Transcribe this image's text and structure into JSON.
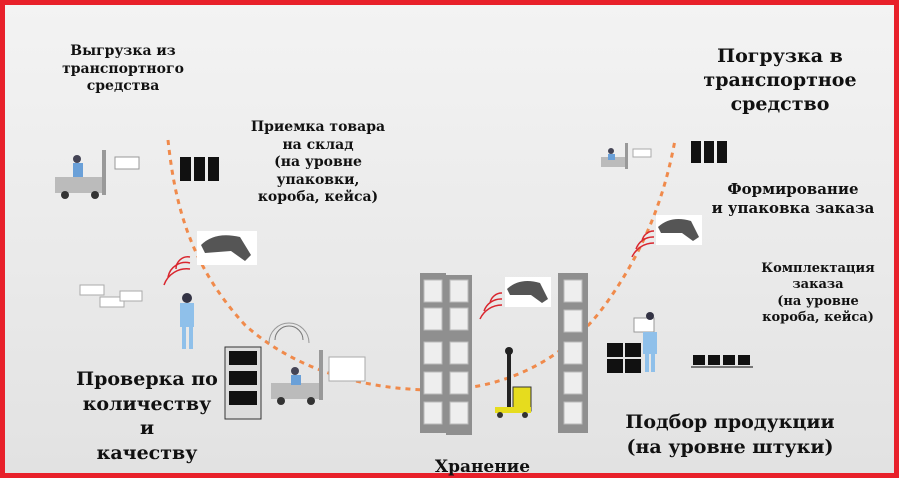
{
  "labels": {
    "unloading": [
      "Выгрузка из",
      "транспортного",
      "средства"
    ],
    "receiving": [
      "Приемка товара",
      "на склад",
      "(на уровне",
      "упаковки,",
      "короба, кейса)"
    ],
    "loading": [
      "Погрузка в",
      "транспортное",
      "средство"
    ],
    "packing": [
      "Формирование",
      "и упаковка заказа"
    ],
    "picking_case": [
      "Комплектация",
      "заказа",
      "(на уровне",
      "короба, кейса)"
    ],
    "inspection": [
      "Проверка по",
      "количеству",
      "и",
      "качеству"
    ],
    "storage": "Хранение",
    "picking_item": [
      "Подбор продукции",
      "(на уровне штуки)"
    ]
  },
  "colors": {
    "border": "#e8202a",
    "path": "#f08a4b",
    "rack": "#8f8f8f",
    "forklift_yellow": "#e6dc1e",
    "worker": "#8fc0ea",
    "rfid": "#d9262e"
  }
}
